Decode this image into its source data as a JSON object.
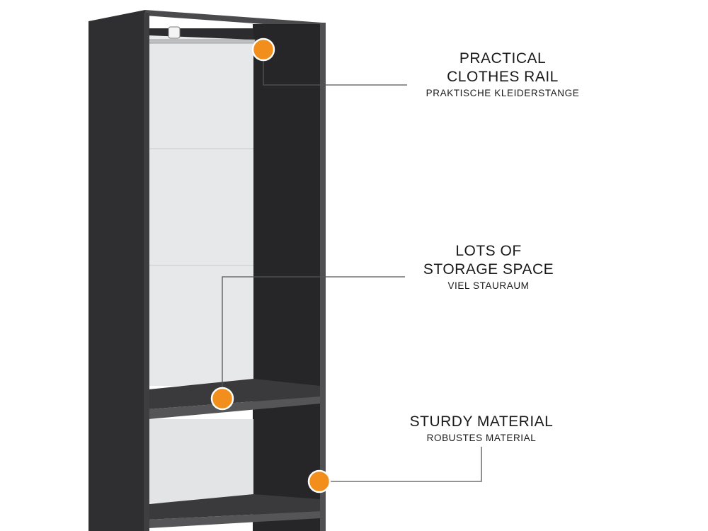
{
  "features": [
    {
      "title": "PRACTICAL\nCLOTHES RAIL",
      "subtitle": "PRAKTISCHE KLEIDERSTANGE"
    },
    {
      "title": "LOTS OF\nSTORAGE SPACE",
      "subtitle": "VIEL STAURAUM"
    },
    {
      "title": "STURDY MATERIAL",
      "subtitle": "ROBUSTES MATERIAL"
    }
  ],
  "colors": {
    "cabinet_dark": "#2d2d2f",
    "cabinet_edge": "#4a4a4c",
    "back_panel": "#e6e7e8",
    "marker": "#f18e1c",
    "leader_line": "#555555"
  }
}
